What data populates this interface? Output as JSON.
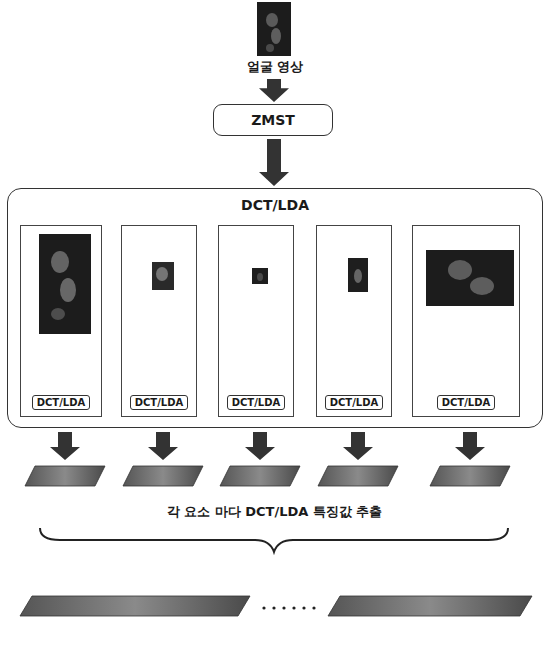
{
  "diagram": {
    "nodes": [
      {
        "text": [
          "얼굴 영상"
        ]
      },
      {
        "text": [
          "ZMST"
        ]
      },
      {
        "text": [
          "DCT/LDA"
        ]
      },
      {
        "text": [
          "DCT/LDA"
        ],
        "in": 2
      },
      {
        "text": [
          "DCT/LDA"
        ],
        "in": 2
      },
      {
        "text": [
          "DCT/LDA"
        ],
        "in": 2
      },
      {
        "text": [
          "DCT/LDA"
        ],
        "in": 2
      },
      {
        "text": [
          "DCT/LDA"
        ],
        "in": 2
      }
    ],
    "edges": [
      {
        "from": 0,
        "to": 1,
        "arrow": "to"
      },
      {
        "from": 1,
        "to": 2,
        "arrow": "to"
      }
    ],
    "labels": [
      "각 요소 마다 DCT/LDA 특징값 추출"
    ]
  }
}
